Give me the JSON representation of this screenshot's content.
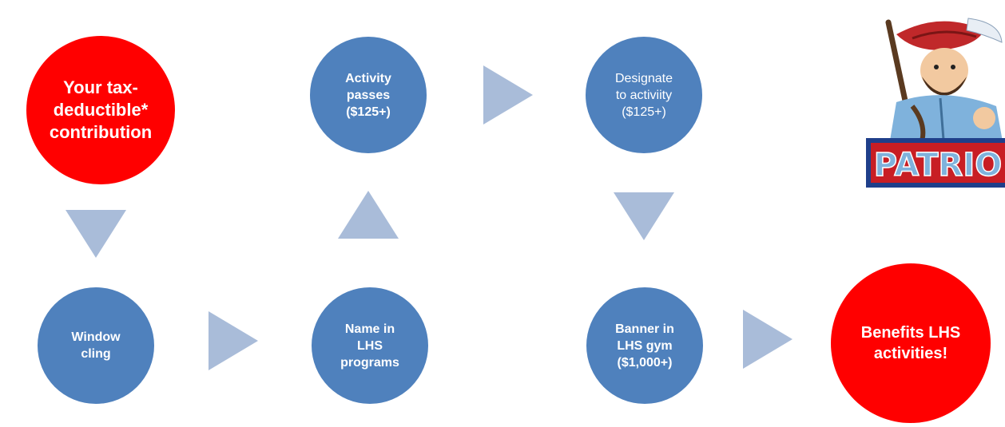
{
  "nodes": {
    "contribution": "Your tax-\ndeductible*\ncontribution",
    "window_cling": "Window\ncling",
    "name_in_programs": "Name in\nLHS\nprograms",
    "activity_passes": "Activity\npasses\n($125+)",
    "designate": "Designate\nto activiity\n($125+)",
    "banner": "Banner in\nLHS gym\n($1,000+)",
    "benefits": "Benefits LHS\nactivities!"
  },
  "logo": {
    "text": "PATRIO"
  },
  "colors": {
    "accent_red": "#ff0000",
    "node_blue": "#4f81bd",
    "arrow": "#a9bcd9"
  }
}
